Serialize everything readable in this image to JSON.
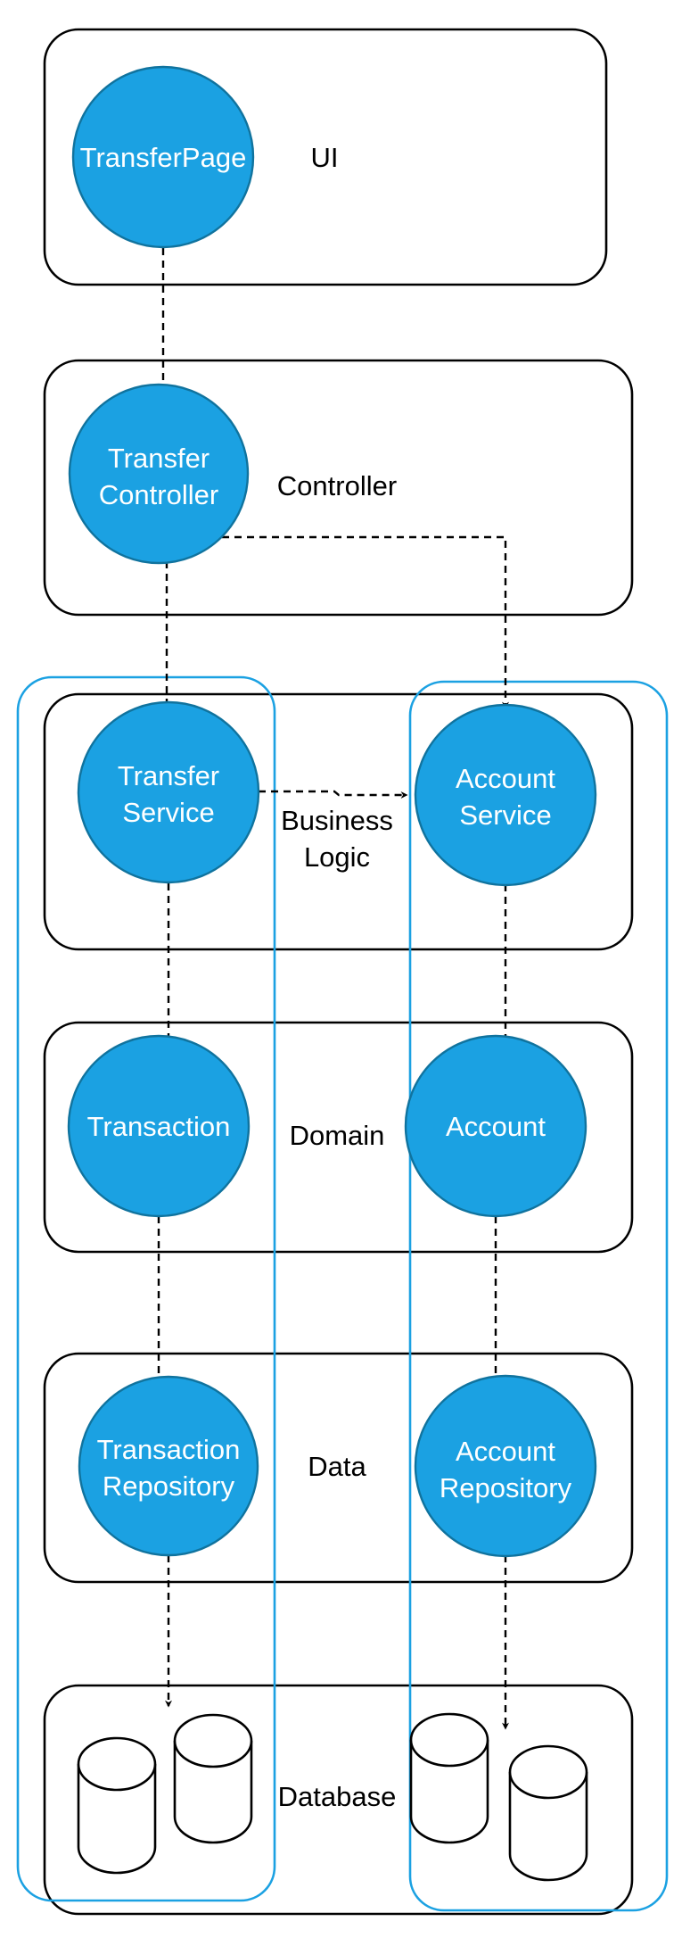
{
  "layers": {
    "ui": "UI",
    "controller": "Controller",
    "business_1": "Business",
    "business_2": "Logic",
    "domain": "Domain",
    "data": "Data",
    "database": "Database"
  },
  "nodes": {
    "transfer_page": [
      "TransferPage"
    ],
    "transfer_controller": [
      "Transfer",
      "Controller"
    ],
    "transfer_service": [
      "Transfer",
      "Service"
    ],
    "account_service": [
      "Account",
      "Service"
    ],
    "transaction": [
      "Transaction"
    ],
    "account": [
      "Account"
    ],
    "transaction_repository": [
      "Transaction",
      "Repository"
    ],
    "account_repository": [
      "Account",
      "Repository"
    ]
  },
  "colors": {
    "node_fill": "#1ba1e2",
    "node_stroke": "#10739e",
    "group_stroke": "#1ba1e2",
    "edge": "#000000"
  }
}
